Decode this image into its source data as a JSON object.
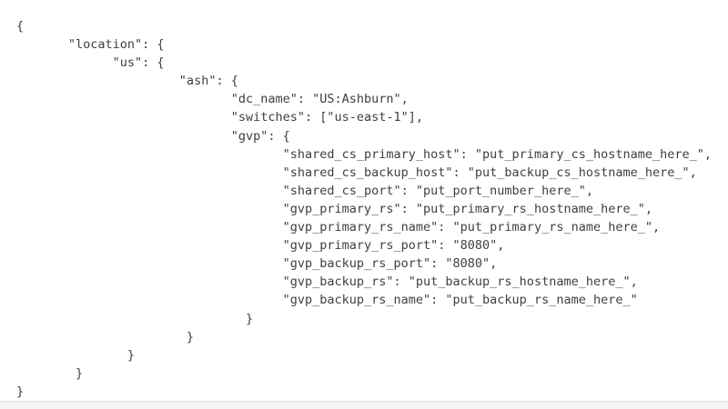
{
  "code_block": {
    "lines": [
      {
        "indent": 0,
        "text": "{"
      },
      {
        "indent": 7,
        "text": "\"location\": {"
      },
      {
        "indent": 13,
        "text": "\"us\": {"
      },
      {
        "indent": 22,
        "text": "\"ash\": {"
      },
      {
        "indent": 29,
        "text": "\"dc_name\": \"US:Ashburn\","
      },
      {
        "indent": 29,
        "text": "\"switches\": [\"us-east-1\"],"
      },
      {
        "indent": 29,
        "text": "\"gvp\": {"
      },
      {
        "indent": 36,
        "text": "\"shared_cs_primary_host\": \"put_primary_cs_hostname_here_\","
      },
      {
        "indent": 36,
        "text": "\"shared_cs_backup_host\": \"put_backup_cs_hostname_here_\","
      },
      {
        "indent": 36,
        "text": "\"shared_cs_port\": \"put_port_number_here_\","
      },
      {
        "indent": 36,
        "text": "\"gvp_primary_rs\": \"put_primary_rs_hostname_here_\","
      },
      {
        "indent": 36,
        "text": "\"gvp_primary_rs_name\": \"put_primary_rs_name_here_\","
      },
      {
        "indent": 36,
        "text": "\"gvp_primary_rs_port\": \"8080\","
      },
      {
        "indent": 36,
        "text": "\"gvp_backup_rs_port\": \"8080\","
      },
      {
        "indent": 36,
        "text": "\"gvp_backup_rs\": \"put_backup_rs_hostname_here_\","
      },
      {
        "indent": 36,
        "text": "\"gvp_backup_rs_name\": \"put_backup_rs_name_here_\""
      },
      {
        "indent": 31,
        "text": "}"
      },
      {
        "indent": 23,
        "text": "}"
      },
      {
        "indent": 15,
        "text": "}"
      },
      {
        "indent": 8,
        "text": "}"
      },
      {
        "indent": 0,
        "text": "}"
      }
    ]
  },
  "colors": {
    "code_text": "#3f3f3f",
    "code_background": "#ffffff",
    "bottom_border": "#ebebeb",
    "page_background": "#f5f5f5"
  }
}
